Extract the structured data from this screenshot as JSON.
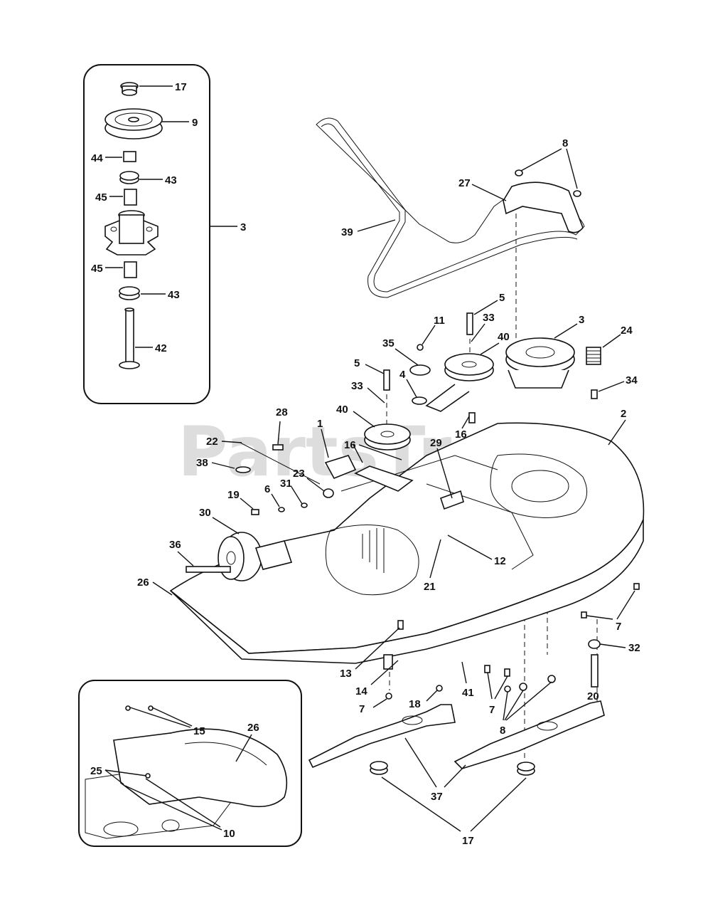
{
  "watermark": "PartsTree",
  "callouts": {
    "c1": "1",
    "c2": "2",
    "c3a": "3",
    "c3b": "3",
    "c4": "4",
    "c5a": "5",
    "c5b": "5",
    "c6": "6",
    "c7a": "7",
    "c7b": "7",
    "c7c": "7",
    "c8a": "8",
    "c8b": "8",
    "c9": "9",
    "c10": "10",
    "c11": "11",
    "c12": "12",
    "c13": "13",
    "c14": "14",
    "c15": "15",
    "c16a": "16",
    "c16b": "16",
    "c17a": "17",
    "c17b": "17",
    "c18": "18",
    "c19": "19",
    "c20": "20",
    "c21": "21",
    "c22": "22",
    "c23": "23",
    "c24": "24",
    "c25": "25",
    "c26a": "26",
    "c26b": "26",
    "c27": "27",
    "c28": "28",
    "c29": "29",
    "c30": "30",
    "c31": "31",
    "c32": "32",
    "c33a": "33",
    "c33b": "33",
    "c34": "34",
    "c35": "35",
    "c36": "36",
    "c37": "37",
    "c38": "38",
    "c39": "39",
    "c40a": "40",
    "c40b": "40",
    "c41": "41",
    "c42": "42",
    "c43a": "43",
    "c43b": "43",
    "c44": "44",
    "c45a": "45",
    "c45b": "45"
  }
}
